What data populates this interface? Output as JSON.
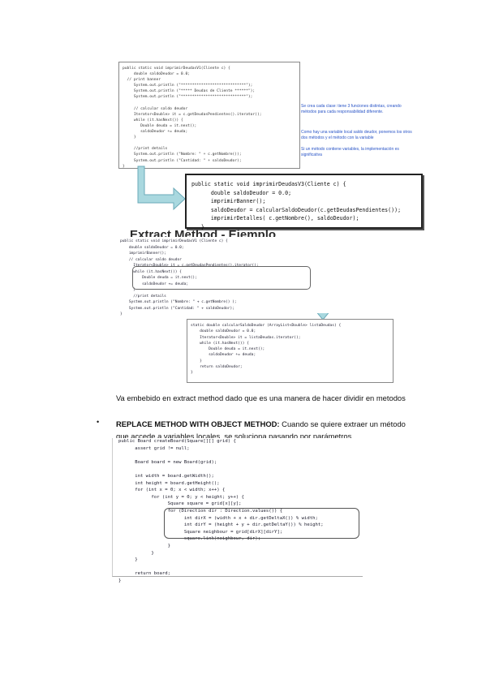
{
  "figure1": {
    "code": [
      "public static void imprimirDeudasV1(Cliente c) {",
      "     double saldoDeudor = 0.0;",
      "  // print banner",
      "     System.out.println (\"*****************************\");",
      "     System.out.println (\"***** Deudas de Cliente ******\");",
      "     System.out.println (\"*****************************\");",
      "",
      "     // calcular saldo deudor",
      "     Iterator<Double> it = c.getDeudasPendientes().iterator();",
      "     while (it.hasNext()) {",
      "        Double deuda = it.next();",
      "        saldoDeudor += deuda;",
      "     }",
      "",
      "     //print details",
      "     System.out.println (\"Nombre: \" + c.getNombre());",
      "     System.out.println (\"Cantidad: \" + saldoDeudor);",
      "}"
    ],
    "notes": [
      "Se crea cada clase: tiene 3 funciones distintas, creando métodos para cada responsabilidad diferente.",
      "Como hay una variable local saldo deudor, ponemos los otros dos métodos y el método con la variable",
      "Si un método contiene variables, la implementación es significativa"
    ]
  },
  "figure2": {
    "code": [
      "public static void imprimirDeudasV3(Cliente c) {",
      "      double saldoDeudor = 0.0;",
      "      imprimirBanner();",
      "      saldoDeudor = calcularSaldoDeudor(c.getDeudasPendientes());",
      "      imprimirDetalles( c.getNombre(), saldoDeudor);",
      "   }"
    ]
  },
  "slide_title": "Extract Method - Ejemplo",
  "figure3": {
    "code": [
      "public static void imprimirDeudasV1 (Cliente c) {",
      "    double saldoDeudor = 0.0;",
      "    imprimirBanner();",
      "    // calcular saldo deudor",
      "      Iterator<Double> it = c.getDeudasPendientes().iterator();",
      "      while (it.hasNext()) {",
      "          Double deuda = it.next();",
      "          saldoDeudor += deuda;",
      "      }",
      "      //print details",
      "    System.out.println (\"Nombre: \" + c.getNombre() );",
      "    System.out.println (\"Cantidad: \" + saldoDeudor);",
      "}"
    ]
  },
  "figure4": {
    "code": [
      "static double calcularSaldoDeudor (ArrayList<Double> listaDeudas) {",
      "    double saldoDeudor = 0.0;",
      "    Iterator<Double> it = listaDeudas.iterator();",
      "    while (it.hasNext()) {",
      "        Double deuda = it.next();",
      "        saldoDeudor += deuda;",
      "    }",
      "    return saldoDeudor;",
      "}"
    ]
  },
  "paragraph1": "Va embebido en extract method dado que es una manera de hacer dividir en metodos",
  "bullet": {
    "symbol": "•",
    "heading": "REPLACE METHOD WITH OBJECT METHOD:",
    "text": " Cuando se quiere extraer un método que accede a variables locales, se soluciona pasando por parámetros"
  },
  "figure5": {
    "code": [
      "public Board createBoard(Square[][] grid) {",
      "      assert grid != null;",
      "",
      "      Board board = new Board(grid);",
      "",
      "      int width = board.getWidth();",
      "      int height = board.getHeight();",
      "      for (int x = 0; x < width; x++) {",
      "            for (int y = 0; y < height; y++) {",
      "                  Square square = grid[x][y];",
      "                  for (Direction dir : Direction.values()) {",
      "                        int dirX = (width + x + dir.getDeltaX()) % width;",
      "                        int dirY = (height + y + dir.getDeltaY()) % height;",
      "                        Square neighbour = grid[dirX][dirY];",
      "                        square.link(neighbour, dir);",
      "                  }",
      "            }",
      "      }",
      "",
      "      return board;",
      "}"
    ]
  },
  "colors": {
    "arrow_fill": "#a9d8df",
    "note_text": "#2a55c7"
  }
}
